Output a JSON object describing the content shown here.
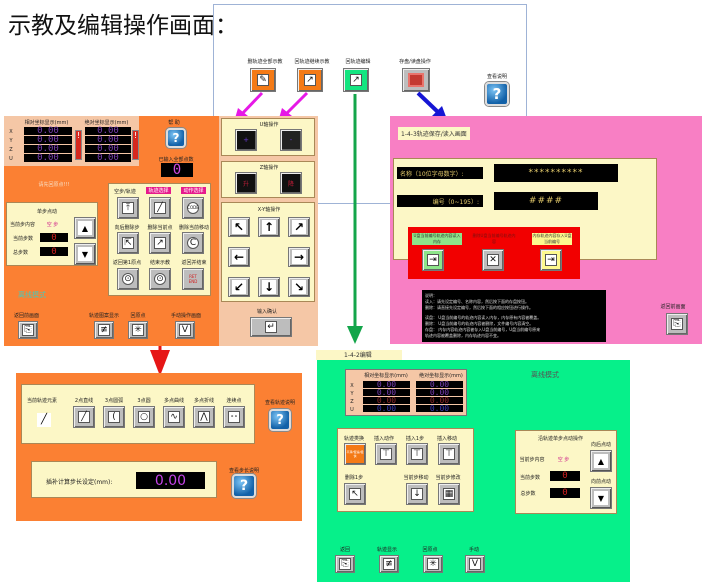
{
  "title": "示教及编辑操作画面：",
  "top_buttons": [
    {
      "label": "删轨迹全部示教",
      "color": "#f47a16"
    },
    {
      "label": "回轨迹继续示教",
      "color": "#f47a16"
    },
    {
      "label": "回轨迹编辑",
      "color": "#13e580"
    },
    {
      "label": "存盘/读盘操作",
      "color": "#c43a31"
    }
  ],
  "top_help_label": "查看说明",
  "teach_panel": {
    "coord_headers": [
      "相对坐标显示(mm)",
      "绝对坐标显示(mm)"
    ],
    "axes": [
      "X",
      "Y",
      "Z",
      "U"
    ],
    "rel_values": [
      "0.00",
      "0.00",
      "0.00",
      "0.00"
    ],
    "abs_values": [
      "0.00",
      "0.00",
      "0.00",
      "0.00"
    ],
    "help_label": "帮 助",
    "points_label": "已输入全部点数",
    "points_value": "0",
    "home_msg": "请先回原点!!!",
    "step_box": {
      "title": "单步点动",
      "current_content_label": "当前步内容",
      "current_content_value": "空 步",
      "current_step_label": "当前步数",
      "current_step_value": "0",
      "total_label": "总步数",
      "total_value": "0"
    },
    "mode_label": "离线模式",
    "grid": {
      "header": "空步/轨迹",
      "tags": [
        "轨迹选择",
        "动作选择"
      ],
      "row2_labels": [
        "向后删除步",
        "删除当前点",
        "删除当前移动"
      ],
      "row3_labels": [
        "返回第1原点",
        "结束示教",
        "返回并结束"
      ],
      "ret_end": "RET END"
    },
    "bottom_buttons": [
      "返回前画面",
      "轨迹图案显示",
      "回原点",
      "手动操作画面"
    ]
  },
  "axis_panel": {
    "u_title": "U轴操作",
    "z_title": "Z轴操作",
    "z_up": "升",
    "z_down": "降",
    "xy_title": "X-Y轴操作",
    "confirm_label": "输入确认"
  },
  "save_panel": {
    "title": "1-4-3轨迹保存/读入画面",
    "name_label": "名称（10位字母数字）:",
    "name_value": "**********",
    "number_label": "编号（0~195）:",
    "number_value": "####",
    "actions": [
      {
        "label": "U盘当前编号轨迹内容读入内存",
        "color": "#8de58a"
      },
      {
        "label": "删除U盘当前编号轨迹内容",
        "color": "transparent"
      },
      {
        "label": "内存轨迹内容存入U盘当前编号",
        "color": "#fdf98e"
      }
    ],
    "notes": [
      "说明：",
      "读入：请先设定编号、名称内容，然后按下面的存盘按钮。",
      "删除：请直接先设定编号，然后按下面的相应按钮进行操作。",
      "读盘：  U盘当前编号的轨迹内容读入内存，内存原有内容被覆盖。",
      "删除：  U盘当前编号的轨迹内容被删除，文件编号内容清空。",
      "存盘：  内存内容轨迹内容被存入U盘当前编号，U盘当前编号原来",
      "        轨迹内容被覆盖删除，内存轨迹内容不变。"
    ],
    "back_label": "返回前画面"
  },
  "element_panel": {
    "current_label": "当前轨迹元素",
    "elements": [
      "2点直线",
      "3点圆弧",
      "3点圆",
      "多点曲线",
      "多点折线",
      "连续点"
    ],
    "help_label": "查看轨迹说明",
    "step_label": "插补计算步长设定(mm):",
    "step_value": "0.00",
    "step_help_label": "查看步长说明"
  },
  "edit_panel": {
    "title": "1-4-2编辑",
    "mode_label": "离线模式",
    "coord_headers": [
      "相对坐标显示(mm)",
      "绝对坐标显示(mm)"
    ],
    "axes": [
      "X",
      "Y",
      "Z",
      "U"
    ],
    "rel_values": [
      "0.00",
      "0.00",
      "0.00",
      "0.00"
    ],
    "abs_values": [
      "0.00",
      "0.00",
      "0.00",
      "0.00"
    ],
    "edit_buttons_row1": [
      "轨迹类换",
      "插入动作",
      "插入1步",
      "插入移动"
    ],
    "edit_buttons_row2": [
      "删除1步",
      "",
      "当前步移动",
      "当前步修改"
    ],
    "swap_text": "平滑/慢速/极快",
    "step_box": {
      "title": "沿轨迹单步点动操作",
      "forward_label": "向后点动",
      "backward_label": "向前点动",
      "current_content_label": "当前步内容",
      "current_content_value": "空 步",
      "current_step_label": "当前步数",
      "current_step_value": "0",
      "total_label": "总步数",
      "total_value": "0"
    },
    "bottom_buttons": [
      "返回",
      "轨迹显示",
      "回原点",
      "手动"
    ]
  }
}
